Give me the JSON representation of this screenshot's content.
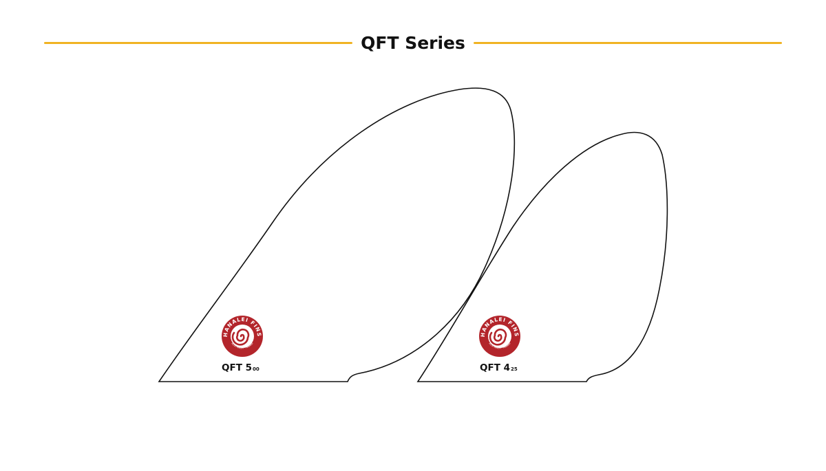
{
  "title": "QFT Series",
  "colors": {
    "accent_rule": "#F0B323",
    "logo_red": "#B3252B",
    "outline": "#111111"
  },
  "fins": [
    {
      "model": "QFT 5",
      "size_sub": "00",
      "logo": {
        "brand": "HANALEI FINS",
        "location": "AUSTRALIA · HAWAII",
        "icon": "spiral-wave-icon"
      }
    },
    {
      "model": "QFT 4",
      "size_sub": "25",
      "logo": {
        "brand": "HANALEI FINS",
        "location": "AUSTRALIA · HAWAII",
        "icon": "spiral-wave-icon"
      }
    }
  ]
}
